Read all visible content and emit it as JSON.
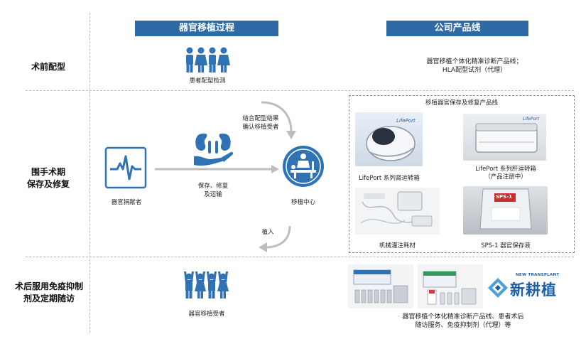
{
  "headers": {
    "process": "器官移植过程",
    "products": "公司产品线"
  },
  "stages": {
    "pre": "术前配型",
    "peri_line1": "围手术期",
    "peri_line2": "保存及修复",
    "post_line1": "术后服用免疫抑制",
    "post_line2": "剂及定期随访"
  },
  "pre": {
    "icon_caption": "患者配型检测",
    "product_line1": "器官移植个体化精准诊断产品线；",
    "product_line2": "HLA配型试剂（代理）"
  },
  "peri": {
    "donor_caption": "器官捐献者",
    "organ_caption_line1": "保存、修复",
    "organ_caption_line2": "及运输",
    "match_line1": "结合配型结果",
    "match_line2": "确认移植受者",
    "center_caption": "移植中心",
    "implant_label": "植入",
    "product_box_title": "移植器官保存及修复产品线",
    "products": [
      {
        "label_line1": "LifePort 系列肾运转箱",
        "label_line2": ""
      },
      {
        "label_line1": "LifePort 系列肝运转箱",
        "label_line2": "（产品注册中）"
      },
      {
        "label_line1": "机械灌注耗材",
        "label_line2": ""
      },
      {
        "label_line1": "SPS-1 器官保存液",
        "label_line2": ""
      }
    ],
    "lifeport_brand": "LifePort",
    "sps_brand": "SPS-1"
  },
  "post": {
    "icon_caption": "器官移植受者",
    "product_line1": "器官移植个体化精准诊断产品线、患者术后",
    "product_line2": "随访服务、免疫抑制剂（代理）等",
    "logo_small": "NEW TRANSPLANT",
    "logo_big": "新耕植"
  },
  "colors": {
    "header_blue": "#2f6aa6",
    "icon_blue": "#2f73b5",
    "arrow_gray": "#bdbdbd"
  }
}
